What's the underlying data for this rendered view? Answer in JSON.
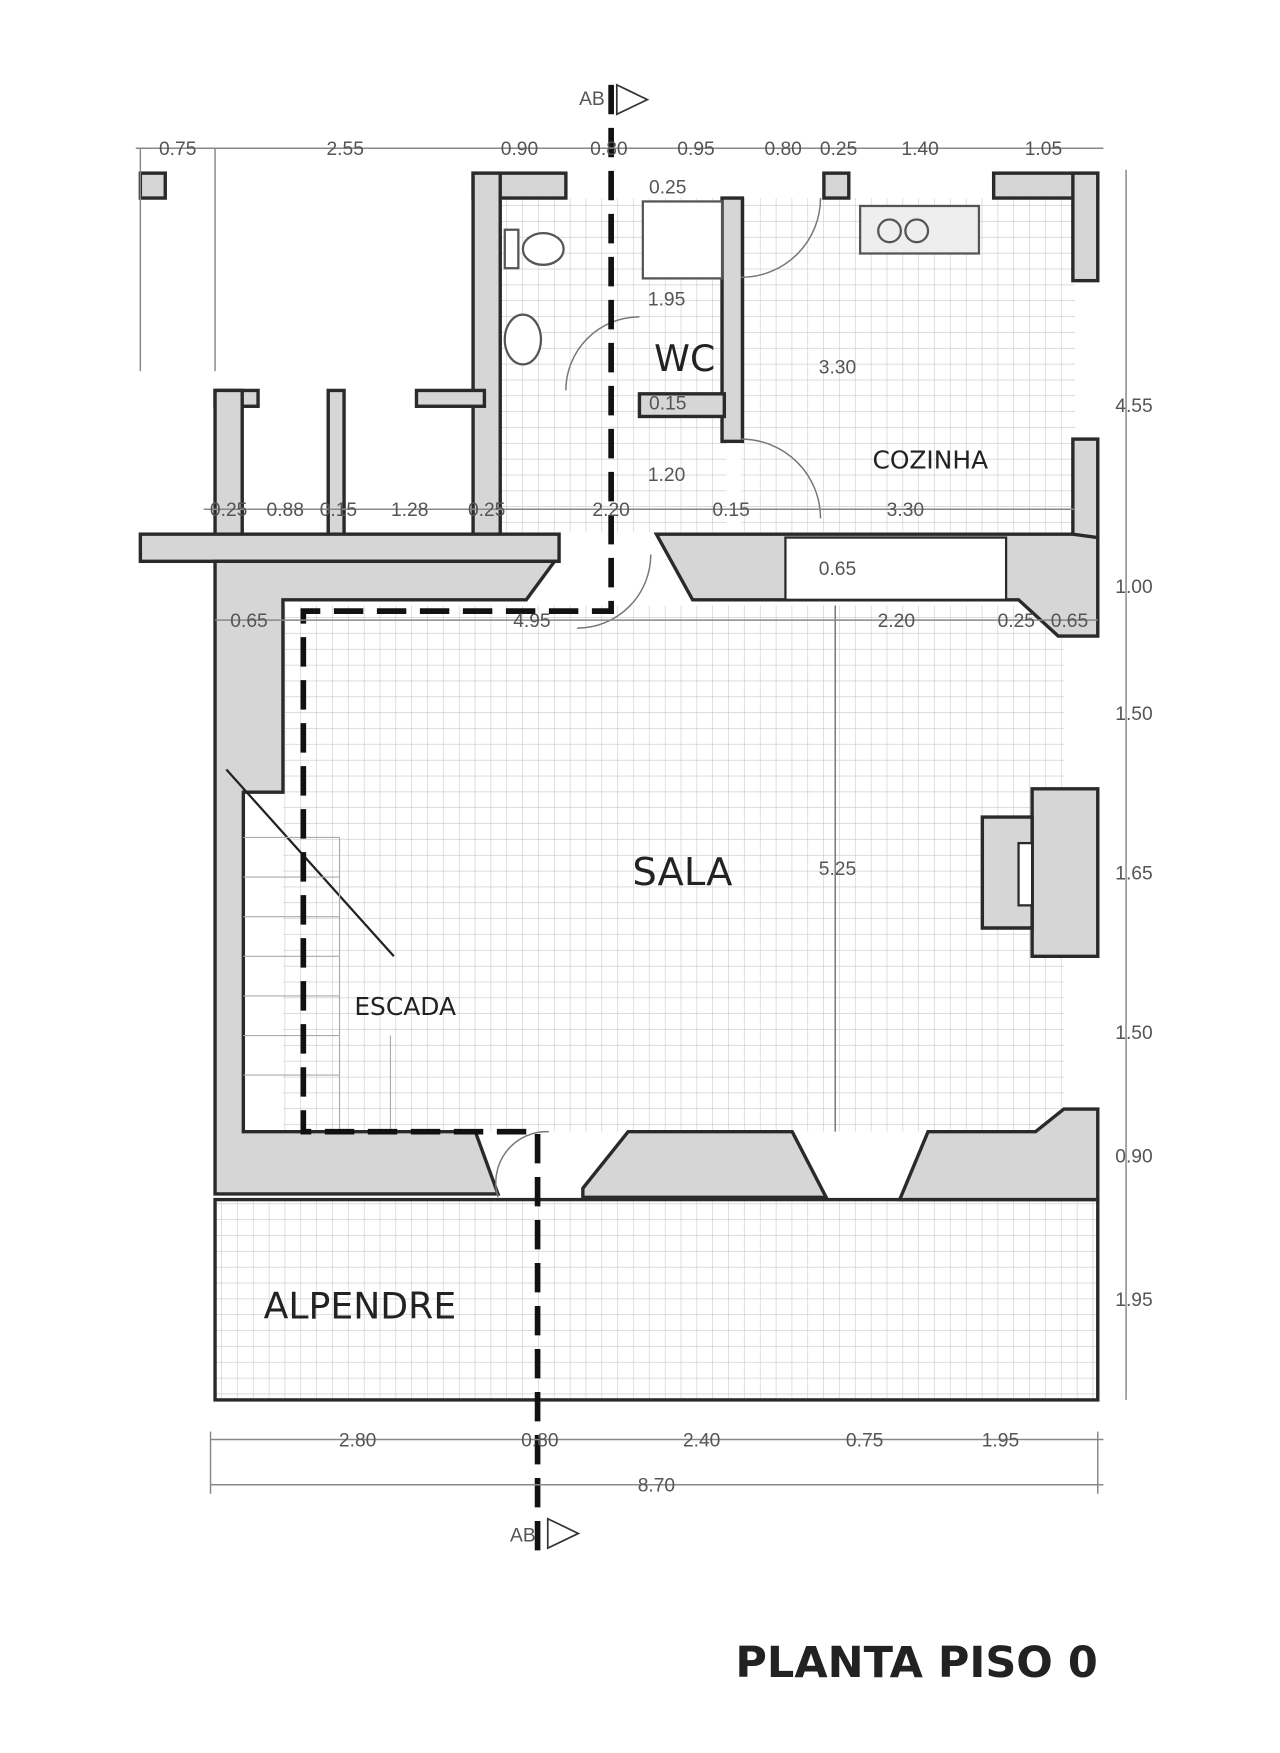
{
  "title": "PLANTA PISO 0",
  "section_marker": "AB",
  "rooms": {
    "wc": "WC",
    "cozinha": "COZINHA",
    "sala": "SALA",
    "escada": "ESCADA",
    "alpendre": "ALPENDRE"
  },
  "dims": {
    "top": [
      "0.75",
      "2.55",
      "0.90",
      "0.80",
      "0.95",
      "0.80",
      "0.25",
      "1.40",
      "1.05"
    ],
    "right": [
      "4.55",
      "1.00",
      "1.50",
      "1.65",
      "1.50",
      "0.90",
      "1.95"
    ],
    "bottom": [
      "2.80",
      "0.80",
      "2.40",
      "0.75",
      "1.95"
    ],
    "bottom_total": "8.70",
    "row_mid": [
      "0.25",
      "0.88",
      "0.15",
      "1.28",
      "0.25",
      "2.20",
      "0.15",
      "3.30"
    ],
    "row_sala": [
      "0.65",
      "4.95",
      "2.20",
      "0.25",
      "0.65"
    ],
    "interior": [
      "0.25",
      "1.95",
      "3.30",
      "0.15",
      "1.20",
      "0.65",
      "5.25"
    ]
  },
  "colors": {
    "wall": "#d6d6d6",
    "outline": "#2a2a2a"
  }
}
